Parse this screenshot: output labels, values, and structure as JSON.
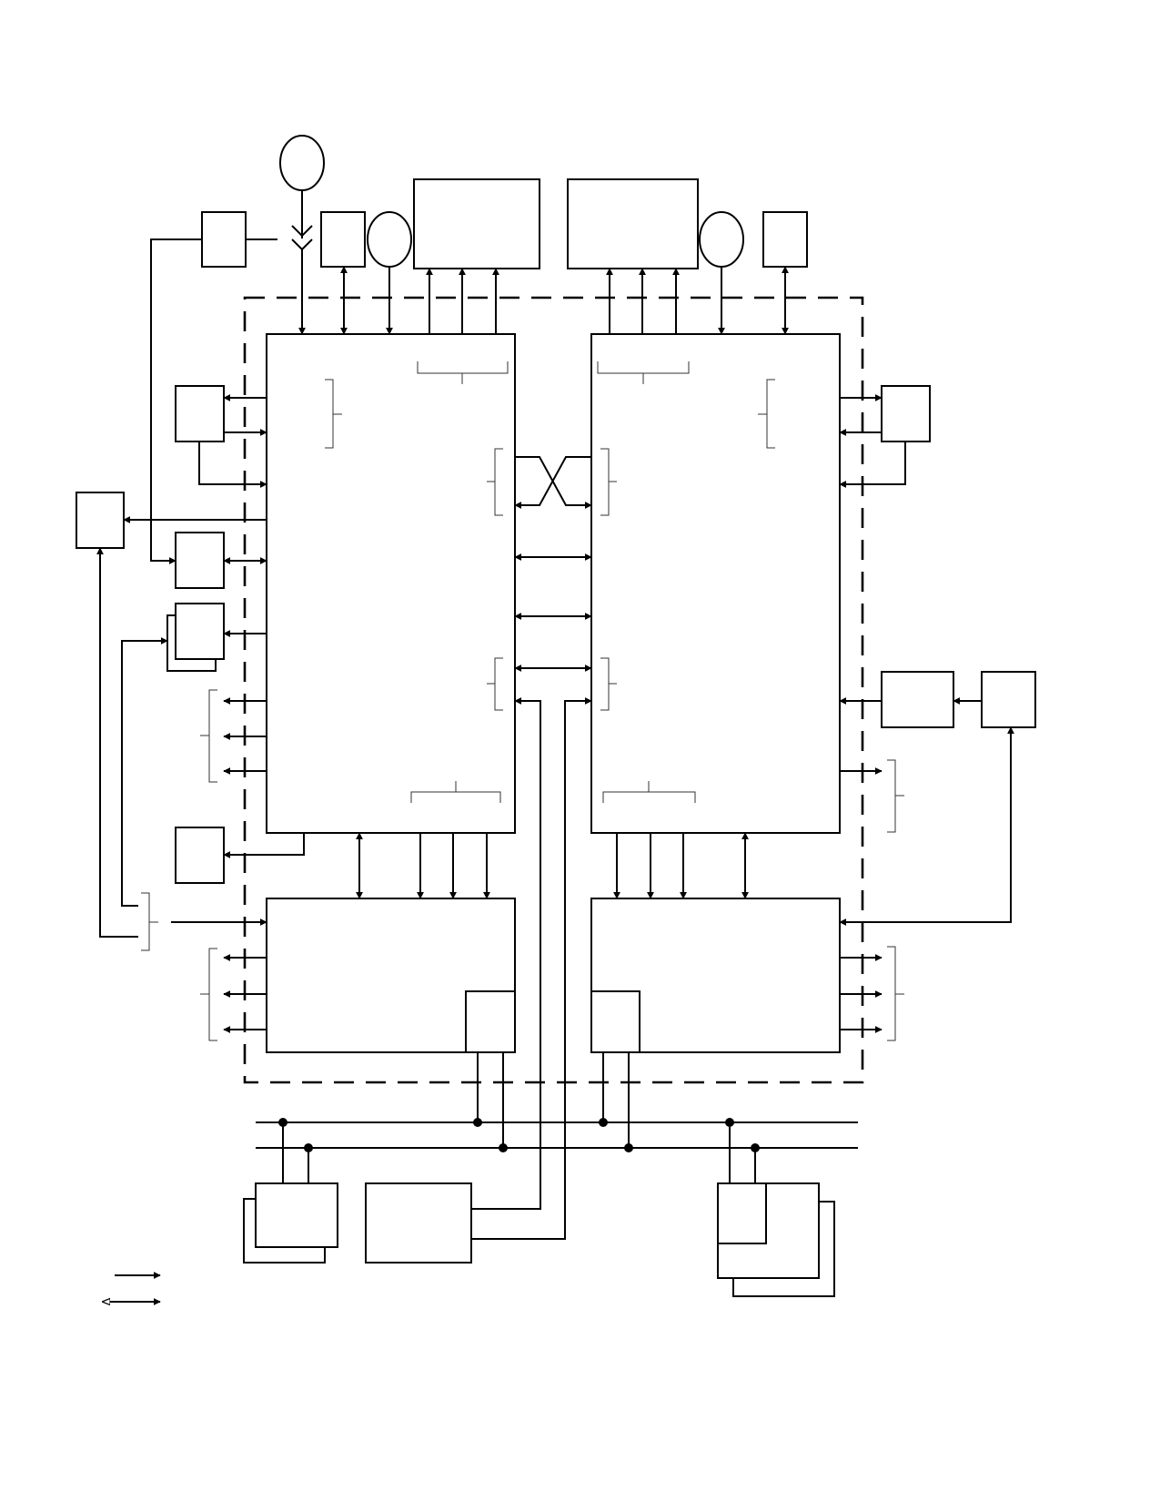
{
  "diagram": {
    "type": "block-diagram",
    "text_labels": [],
    "colors": {
      "stroke": "#000000",
      "background": "#ffffff"
    },
    "legend": [
      {
        "symbol": "single-arrow"
      },
      {
        "symbol": "double-arrow"
      }
    ]
  }
}
